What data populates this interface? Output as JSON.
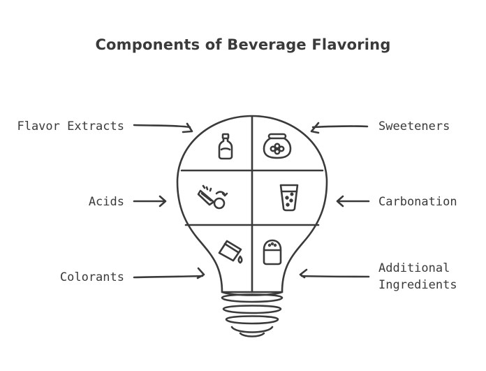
{
  "title": "Components of Beverage Flavoring",
  "components": [
    {
      "label": "Flavor Extracts",
      "icon": "bottle-icon"
    },
    {
      "label": "Sweeteners",
      "icon": "honey-jar-icon"
    },
    {
      "label": "Acids",
      "icon": "citrus-squeeze-icon"
    },
    {
      "label": "Carbonation",
      "icon": "fizzy-glass-icon"
    },
    {
      "label": "Colorants",
      "icon": "dye-cup-icon"
    },
    {
      "label": "Additional Ingredients",
      "line1": "Additional",
      "line2": "Ingredients",
      "icon": "salt-shaker-icon"
    }
  ],
  "colors": {
    "stroke": "#3a3a3a",
    "background": "#ffffff"
  }
}
